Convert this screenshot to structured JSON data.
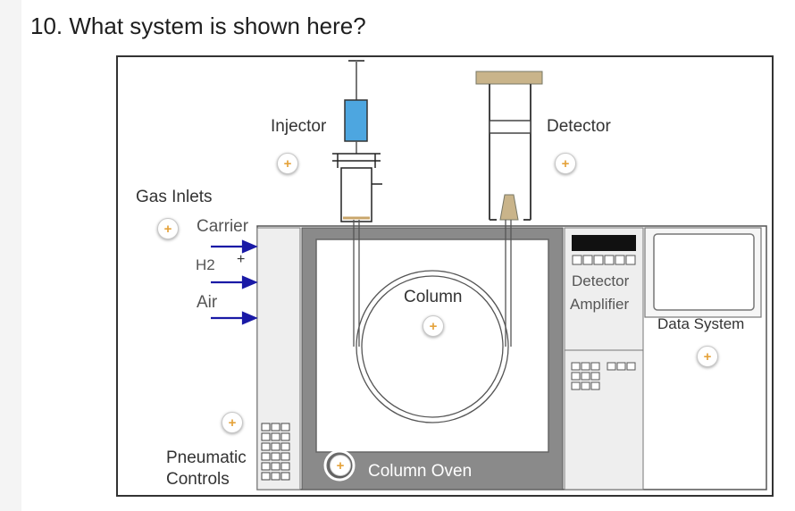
{
  "question": "10.  What system is shown here?",
  "labels": {
    "injector": "Injector",
    "detector": "Detector",
    "gas_inlets": "Gas Inlets",
    "carrier": "Carrier",
    "h2": "H2",
    "air": "Air",
    "plus_sign": "+",
    "column": "Column",
    "detector_amplifier_line1": "Detector",
    "detector_amplifier_line2": "Amplifier",
    "data_system": "Data System",
    "pneumatic_line1": "Pneumatic",
    "pneumatic_line2": "Controls",
    "column_oven": "Column Oven"
  },
  "hotspot_symbol": "+",
  "colors": {
    "syringe_barrel": "#4da6e0",
    "arrow": "#1a1aa6",
    "detector_cap": "#c9b48a",
    "hotspot_plus": "#e5a23a",
    "oven_gray": "#8a8a8a"
  },
  "icons": [
    "hotspot-plus-icon",
    "gas-arrow-icon",
    "syringe-icon"
  ]
}
